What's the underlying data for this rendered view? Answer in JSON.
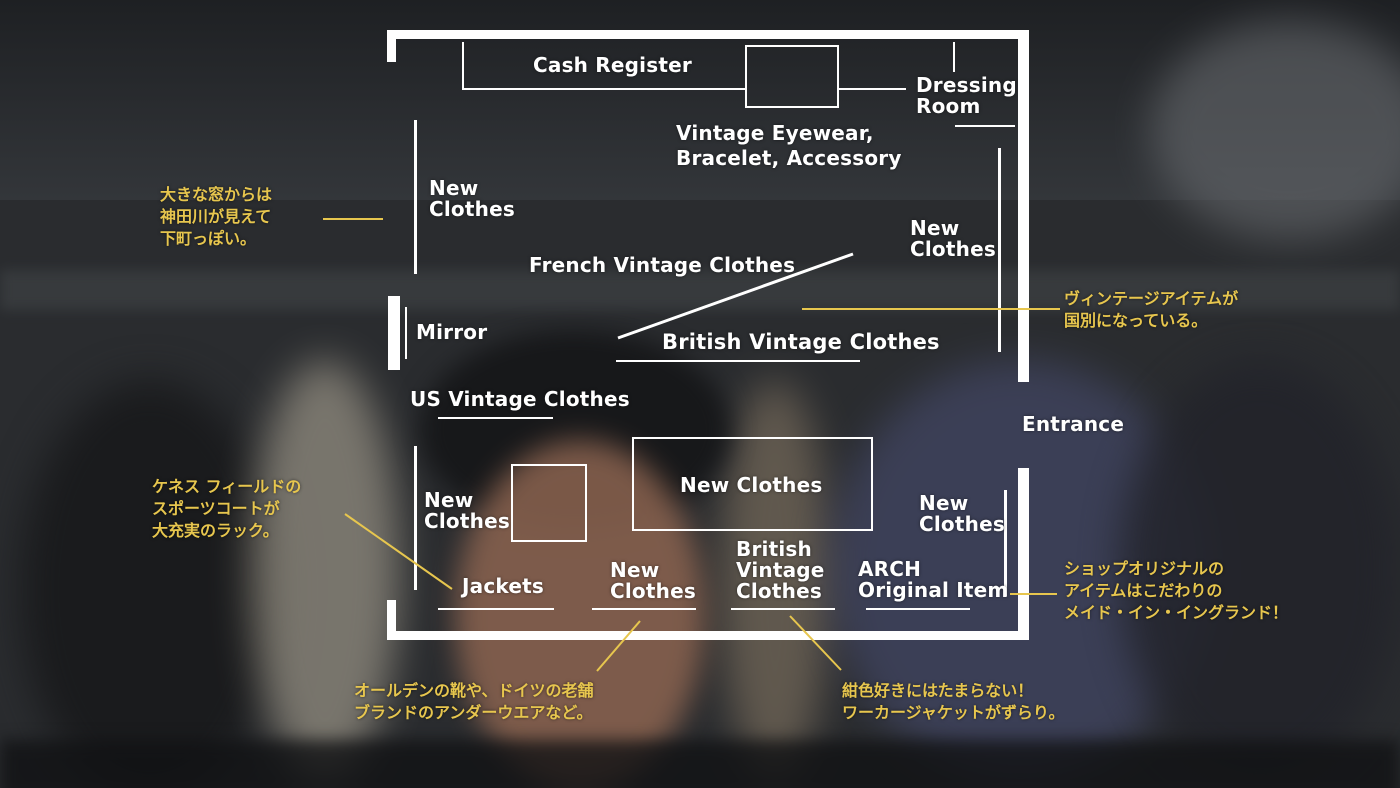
{
  "colors": {
    "lines": "#ffffff",
    "annotations": "#e7c64e",
    "background": "#2a2c2f"
  },
  "areas": {
    "cash_register": "Cash Register",
    "dressing_room": "Dressing\nRoom",
    "eyewear": "Vintage Eyewear,\nBracelet, Accessory",
    "new_clothes_left_top": "New\nClothes",
    "new_clothes_right_top": "New\nClothes",
    "french_vintage": "French Vintage Clothes",
    "mirror": "Mirror",
    "british_vintage": "British Vintage Clothes",
    "us_vintage": "US Vintage Clothes",
    "entrance": "Entrance",
    "new_clothes_center": "New Clothes",
    "new_clothes_left_bottom": "New\nClothes",
    "new_clothes_right_bottom": "New\nClothes",
    "jackets": "Jackets",
    "new_clothes_bottom": "New\nClothes",
    "british_vintage_bottom": "British\nVintage\nClothes",
    "arch_item": "ARCH\nOriginal Item"
  },
  "notes": {
    "window": "大きな窓からは\n神田川が見えて\n下町っぽい。",
    "vintage_country": "ヴィンテージアイテムが\n国別になっている。",
    "kenneth_field": "ケネス フィールドの\nスポーツコートが\n大充実のラック。",
    "original_items": "ショップオリジナルの\nアイテムはこだわりの\nメイド・イン・イングランド！",
    "alden_shoes": "オールデンの靴や、ドイツの老舗\nブランドのアンダーウエアなど。",
    "navy_jackets": "紺色好きにはたまらない！\nワーカージャケットがずらり。"
  }
}
